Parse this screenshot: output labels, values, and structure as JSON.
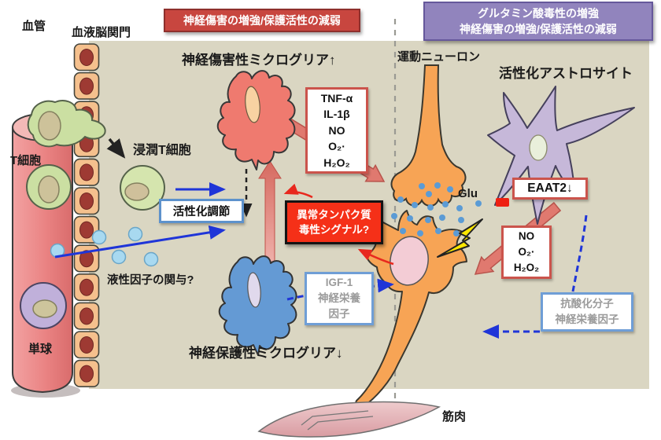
{
  "banners": {
    "injury": "神経傷害の増強/保護活性の減弱",
    "glutamate_line1": "グルタミン酸毒性の増強",
    "glutamate_line2": "神経傷害の増強/保護活性の減弱"
  },
  "labels": {
    "vessel": "血管",
    "bbb": "血液脳関門",
    "t_cell": "T細胞",
    "monocyte": "単球",
    "infiltrating_t": "浸潤T細胞",
    "humoral": "液性因子の関与?",
    "toxic_microglia": "神経傷害性ミクログリア↑",
    "protective_microglia": "神経保護性ミクログリア↓",
    "motor_neuron": "運動ニューロン",
    "astrocyte": "活性化アストロサイト",
    "glu": "Glu",
    "muscle": "筋肉"
  },
  "boxes": {
    "activation": "活性化調節",
    "toxic_signal_line1": "異常タンパク質",
    "toxic_signal_line2": "毒性シグナル?",
    "cytokines": [
      "TNF-α",
      "IL-1β",
      "NO",
      "O₂·",
      "H₂O₂"
    ],
    "eaat2": "EAAT2↓",
    "ros": [
      "NO",
      "O₂·",
      "H₂O₂"
    ],
    "igf1": [
      "IGF-1",
      "神経栄養",
      "因子"
    ],
    "antioxidant": [
      "抗酸化分子",
      "神経栄養因子"
    ]
  },
  "palette": {
    "panel_bg": "#dad6c2",
    "banner_red": "#c8463f",
    "banner_purple": "#9184bd",
    "toxic_signal_red": "#f53018",
    "toxic_microglia_fill": "#ef7a6f",
    "protective_microglia_fill": "#649ad4",
    "neuron_orange": "#f7a455",
    "astrocyte_lavender": "#c6b8d9",
    "vessel_pink": "#ea8383",
    "arrow_blue": "#1f35d8",
    "arrow_salmon": "#e0796f"
  }
}
